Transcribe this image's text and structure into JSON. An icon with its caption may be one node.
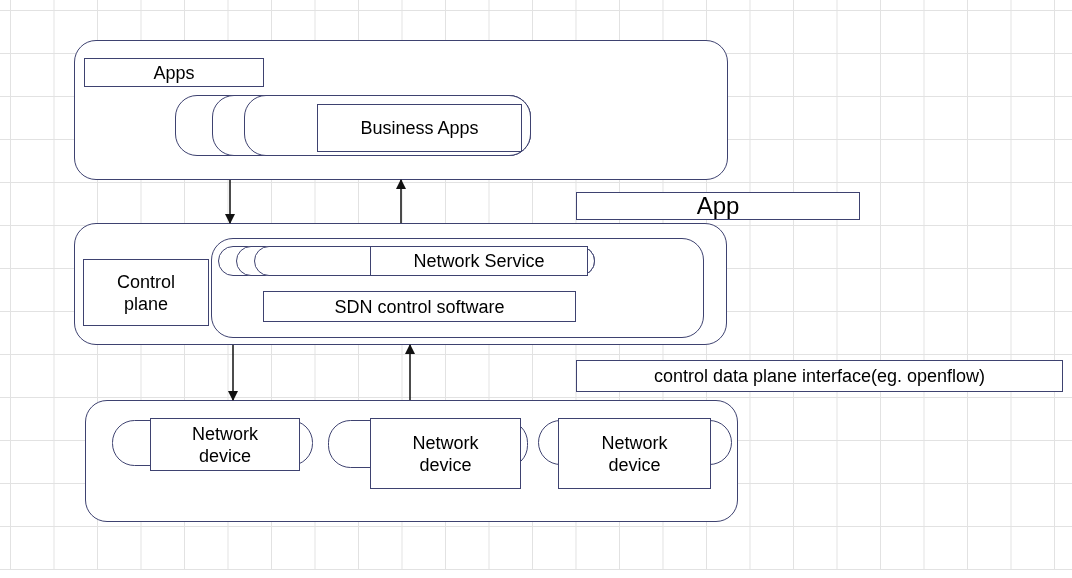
{
  "diagram": {
    "nodes": [
      {
        "text": [],
        "shape": "box"
      },
      {
        "text": [
          "Apps"
        ],
        "in": 0
      },
      {
        "text": [],
        "shape": "box",
        "in": 0
      },
      {
        "text": [],
        "shape": "box",
        "in": 2
      },
      {
        "text": [],
        "shape": "box",
        "in": 3
      },
      {
        "text": [
          "Business Apps"
        ],
        "in": 4
      },
      {
        "text": [],
        "shape": "box"
      },
      {
        "text": [
          "Control plane"
        ],
        "in": 6
      },
      {
        "text": [],
        "shape": "box",
        "in": 6
      },
      {
        "text": [],
        "shape": "box",
        "in": 8
      },
      {
        "text": [],
        "shape": "box",
        "in": 9
      },
      {
        "text": [],
        "shape": "box",
        "in": 10
      },
      {
        "text": [
          "Network Service"
        ],
        "in": 11
      },
      {
        "text": [
          "SDN control software"
        ],
        "in": 8
      },
      {
        "text": [
          "App"
        ]
      },
      {
        "text": [
          "control data plane interface(eg. openflow)"
        ]
      },
      {
        "text": [],
        "shape": "box"
      },
      {
        "text": [
          "Network device"
        ],
        "in": 16
      },
      {
        "text": [
          "Network device"
        ],
        "in": 16
      },
      {
        "text": [
          "Network device"
        ],
        "in": 16
      }
    ],
    "edges": [
      {
        "from": 0,
        "to": 6,
        "arrow": "to"
      },
      {
        "from": 6,
        "to": 0,
        "arrow": "to"
      },
      {
        "from": 6,
        "to": 16,
        "arrow": "to"
      },
      {
        "from": 16,
        "to": 6,
        "arrow": "to"
      }
    ]
  }
}
